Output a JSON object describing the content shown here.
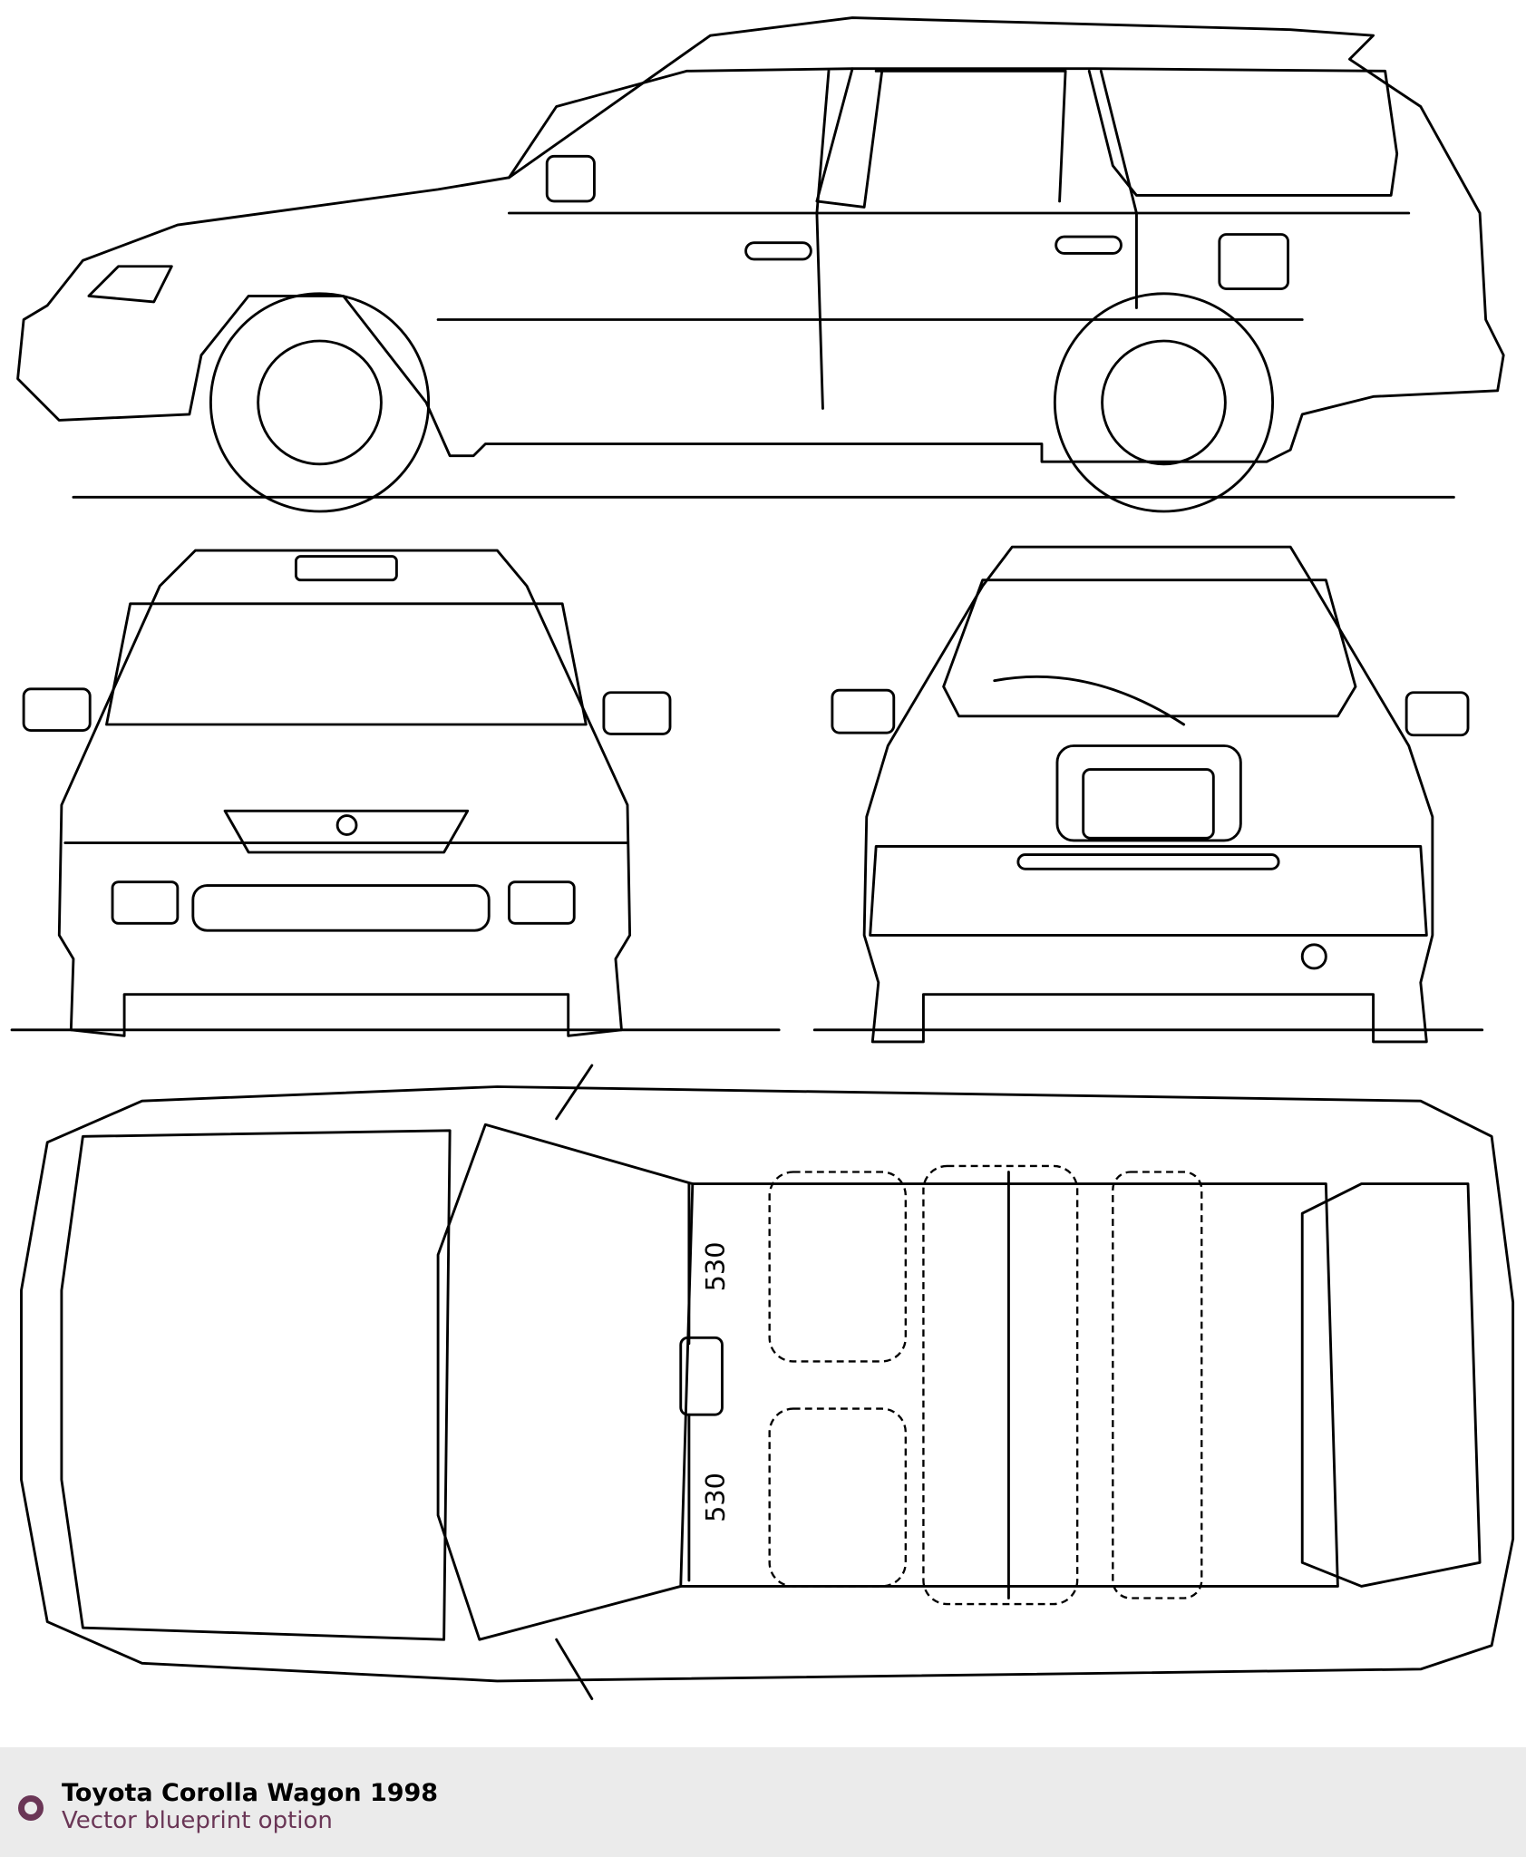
{
  "blueprint": {
    "views": [
      "side",
      "front",
      "rear",
      "top"
    ],
    "dimensions": {
      "front_seat_left": "530",
      "front_seat_right": "530"
    }
  },
  "footer": {
    "title": "Toyota Corolla Wagon 1998",
    "subtitle": "Vector blueprint option",
    "accent_color": "#6a3656"
  }
}
